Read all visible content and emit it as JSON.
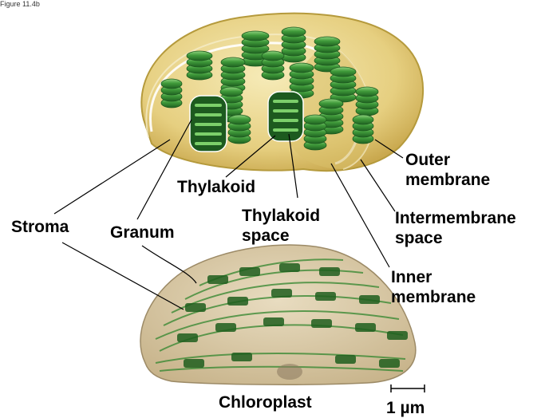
{
  "figure_ref": "Figure 11.4b",
  "labels": {
    "outer_membrane": [
      "Outer",
      "membrane"
    ],
    "intermembrane_space": [
      "Intermembrane",
      "space"
    ],
    "inner_membrane": [
      "Inner",
      "membrane"
    ],
    "thylakoid": "Thylakoid",
    "thylakoid_space": [
      "Thylakoid",
      "space"
    ],
    "stroma": "Stroma",
    "granum": "Granum",
    "chloroplast": "Chloroplast",
    "scale_bar": "1 µm"
  },
  "colors": {
    "outer_envelope": "#e8d48a",
    "envelope_edge": "#b59a3c",
    "grana_green": "#3f9a3a",
    "grana_dark": "#1d5a1f",
    "micrograph_bg": "#d9c9a6",
    "micrograph_green": "#2e7d2a"
  }
}
